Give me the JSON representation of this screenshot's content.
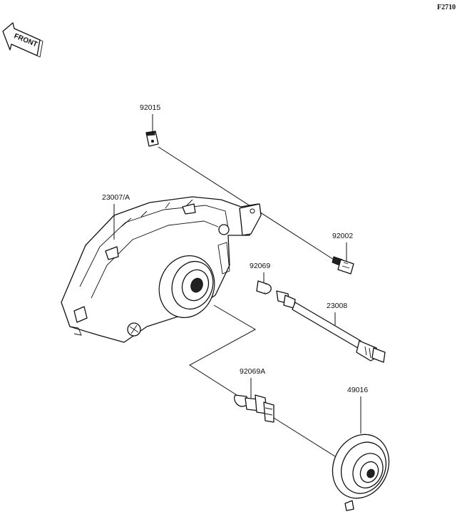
{
  "figure_code": "F2710",
  "front_label": "FRONT",
  "parts": [
    {
      "id": "92015",
      "label": "92015"
    },
    {
      "id": "23007",
      "label": "23007/A"
    },
    {
      "id": "92002",
      "label": "92002"
    },
    {
      "id": "92069",
      "label": "92069"
    },
    {
      "id": "23008",
      "label": "23008"
    },
    {
      "id": "92069A",
      "label": "92069A"
    },
    {
      "id": "49016",
      "label": "49016"
    }
  ]
}
